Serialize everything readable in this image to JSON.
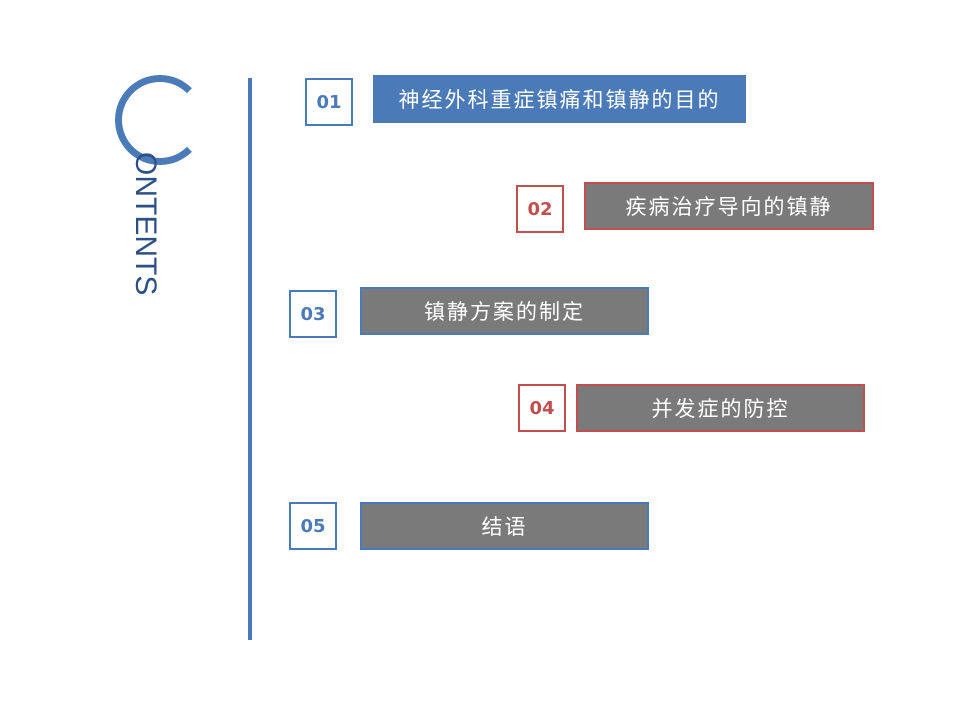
{
  "logo": {
    "letter_icon": "c-ring-icon",
    "text": "ONTENTS"
  },
  "items": [
    {
      "number": "01",
      "label": "神经外科重症镇痛和镇静的目的"
    },
    {
      "number": "02",
      "label": "疾病治疗导向的镇静"
    },
    {
      "number": "03",
      "label": "镇静方案的制定"
    },
    {
      "number": "04",
      "label": "并发症的防控"
    },
    {
      "number": "05",
      "label": "结语"
    }
  ],
  "colors": {
    "blue": "#4a7ab8",
    "red": "#c0504d",
    "gray": "#7a7a7a",
    "navy": "#2c4f86"
  }
}
